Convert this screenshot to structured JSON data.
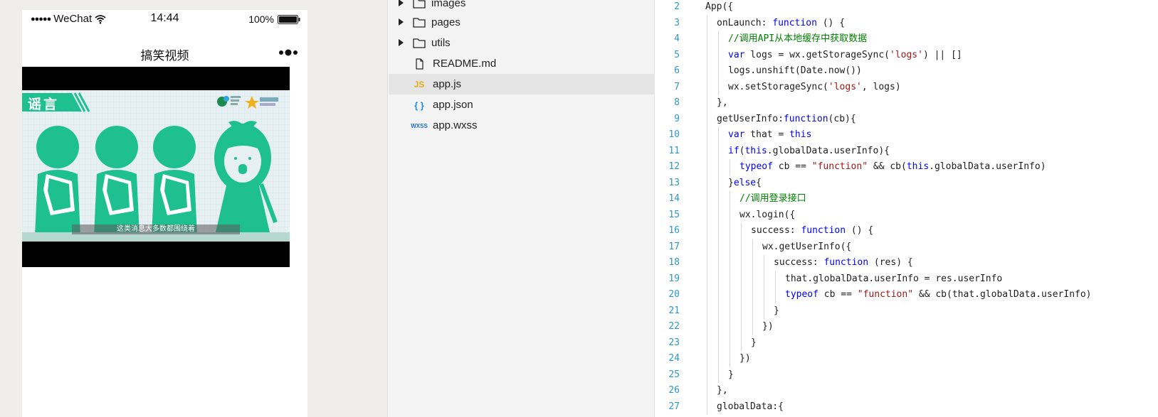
{
  "simulator": {
    "status_bar": {
      "signal": "●●●●●",
      "carrier": "WeChat",
      "time": "14:44",
      "battery": "100%"
    },
    "nav": {
      "title": "搞笑视频"
    },
    "video": {
      "tag": "谣言",
      "caption": "这类消息大多数都围绕着"
    }
  },
  "file_tree": {
    "folders": [
      "images",
      "pages",
      "utils"
    ],
    "files": [
      {
        "name": "README.md",
        "icon": "document-icon"
      },
      {
        "name": "app.js",
        "icon": "js-icon",
        "badge": "JS",
        "selected": true
      },
      {
        "name": "app.json",
        "icon": "json-icon",
        "badge": "{ }"
      },
      {
        "name": "app.wxss",
        "icon": "wxss-icon",
        "badge": "WXSS"
      }
    ]
  },
  "editor": {
    "lines": [
      {
        "num": "2",
        "indent": 0,
        "html": "App({"
      },
      {
        "num": "3",
        "indent": 1,
        "html": "onLaunch: <span class=\"kw\">function</span> () {"
      },
      {
        "num": "4",
        "indent": 2,
        "html": "<span class=\"cmt\">//调用API从本地缓存中获取数据</span>"
      },
      {
        "num": "5",
        "indent": 2,
        "html": "<span class=\"kw\">var</span> logs = wx.getStorageSync(<span class=\"str\">'logs'</span>) || []"
      },
      {
        "num": "6",
        "indent": 2,
        "html": "logs.unshift(Date.now())"
      },
      {
        "num": "7",
        "indent": 2,
        "html": "wx.setStorageSync(<span class=\"str\">'logs'</span>, logs)"
      },
      {
        "num": "8",
        "indent": 1,
        "html": "},"
      },
      {
        "num": "9",
        "indent": 1,
        "html": "getUserInfo:<span class=\"kw\">function</span>(cb){"
      },
      {
        "num": "10",
        "indent": 2,
        "html": "<span class=\"kw\">var</span> that = <span class=\"kw\">this</span>"
      },
      {
        "num": "11",
        "indent": 2,
        "html": "<span class=\"kw\">if</span>(<span class=\"kw\">this</span>.globalData.userInfo){"
      },
      {
        "num": "12",
        "indent": 3,
        "html": "<span class=\"kw\">typeof</span> cb == <span class=\"str\">\"function\"</span> &amp;&amp; cb(<span class=\"kw\">this</span>.globalData.userInfo)"
      },
      {
        "num": "13",
        "indent": 2,
        "html": "}<span class=\"kw\">else</span>{"
      },
      {
        "num": "14",
        "indent": 3,
        "html": "<span class=\"cmt\">//调用登录接口</span>"
      },
      {
        "num": "15",
        "indent": 3,
        "html": "wx.login({"
      },
      {
        "num": "16",
        "indent": 4,
        "html": "success: <span class=\"kw\">function</span> () {"
      },
      {
        "num": "17",
        "indent": 5,
        "html": "wx.getUserInfo({"
      },
      {
        "num": "18",
        "indent": 6,
        "html": "success: <span class=\"kw\">function</span> (res) {"
      },
      {
        "num": "19",
        "indent": 7,
        "html": "that.globalData.userInfo = res.userInfo"
      },
      {
        "num": "20",
        "indent": 7,
        "html": "<span class=\"kw\">typeof</span> cb == <span class=\"str\">\"function\"</span> &amp;&amp; cb(that.globalData.userInfo)"
      },
      {
        "num": "21",
        "indent": 6,
        "html": "}"
      },
      {
        "num": "22",
        "indent": 5,
        "html": "})"
      },
      {
        "num": "23",
        "indent": 4,
        "html": "}"
      },
      {
        "num": "24",
        "indent": 3,
        "html": "})"
      },
      {
        "num": "25",
        "indent": 2,
        "html": "}"
      },
      {
        "num": "26",
        "indent": 1,
        "html": "},"
      },
      {
        "num": "27",
        "indent": 1,
        "html": "globalData:{"
      }
    ]
  },
  "colors": {
    "keyword": "#0000ff",
    "string": "#a31515",
    "comment": "#008000",
    "line_number": "#2f97c5",
    "selected_row": "#e4e4e4",
    "figure_green": "#1fc08f"
  }
}
